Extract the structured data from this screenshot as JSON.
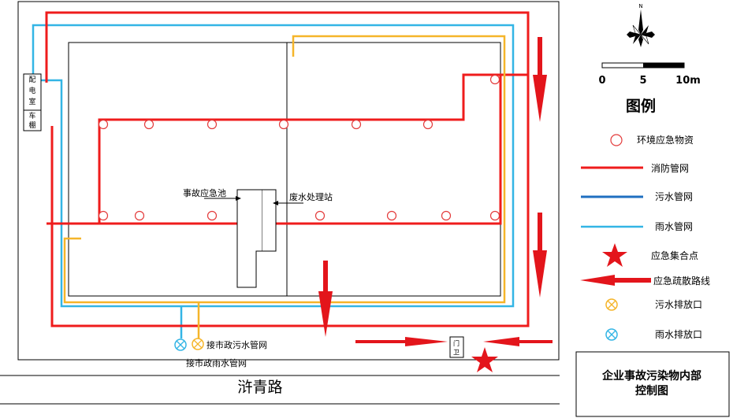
{
  "colors": {
    "fire": "#ef1c1c",
    "sewage": "#1f6fc0",
    "rain": "#33b5e5",
    "yellow": "#f5b52a",
    "arrow": "#e3151b",
    "line": "#000000",
    "marker": "#e33b3b"
  },
  "labels": {
    "distribution_room": [
      "配",
      "电",
      "室"
    ],
    "garage": [
      "车",
      "棚"
    ],
    "accident_pool": "事故应急池",
    "wastewater_station": "废水处理站",
    "municipal_sewage": "接市政污水管网",
    "municipal_rain": "接市政雨水管网",
    "gate": [
      "门",
      "卫"
    ],
    "road": "浒青路",
    "north": "N",
    "scale_ticks": [
      "0",
      "5",
      "10m"
    ]
  },
  "legend": {
    "title": "图例",
    "items": [
      {
        "icon": "emergency-supply-circle-icon",
        "label": "环境应急物资"
      },
      {
        "icon": "fire-main-line-icon",
        "label": "消防管网"
      },
      {
        "icon": "sewage-main-line-icon",
        "label": "污水管网"
      },
      {
        "icon": "rain-main-line-icon",
        "label": "雨水管网"
      },
      {
        "icon": "assembly-point-star-icon",
        "label": "应急集合点"
      },
      {
        "icon": "evacuation-route-arrow-icon",
        "label": "应急疏散路线"
      },
      {
        "icon": "sewage-outlet-icon",
        "label": "污水排放口"
      },
      {
        "icon": "rain-outlet-icon",
        "label": "雨水排放口"
      }
    ]
  },
  "caption": [
    "企业事故污染物内部",
    "控制图"
  ]
}
